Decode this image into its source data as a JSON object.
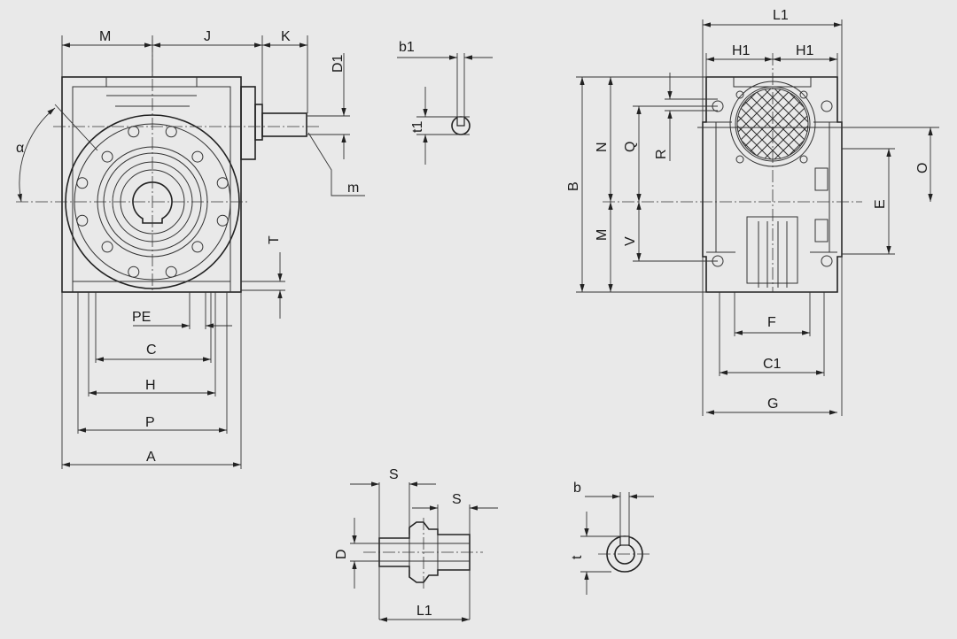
{
  "title": "Worm gearbox dimension drawing",
  "colors": {
    "background": "#e9e9e9",
    "line": "#222222"
  },
  "front_view": {
    "labels": {
      "M": "M",
      "J": "J",
      "K": "K",
      "D1": "D1",
      "alpha": "α",
      "m": "m",
      "T": "T",
      "PE": "PE",
      "C": "C",
      "H": "H",
      "P": "P",
      "A": "A"
    }
  },
  "shaft_key_detail": {
    "labels": {
      "b1": "b1",
      "t1": "t1"
    }
  },
  "side_view": {
    "labels": {
      "L1": "L1",
      "H1_left": "H1",
      "H1_right": "H1",
      "B": "B",
      "N": "N",
      "M": "M",
      "Q": "Q",
      "R": "R",
      "V": "V",
      "O": "O",
      "E": "E",
      "F": "F",
      "C1": "C1",
      "G": "G"
    }
  },
  "hollow_shaft_detail": {
    "labels": {
      "S_left": "S",
      "S_right": "S",
      "D": "D",
      "L1": "L1"
    }
  },
  "bore_key_detail": {
    "labels": {
      "b": "b",
      "t": "t"
    }
  }
}
